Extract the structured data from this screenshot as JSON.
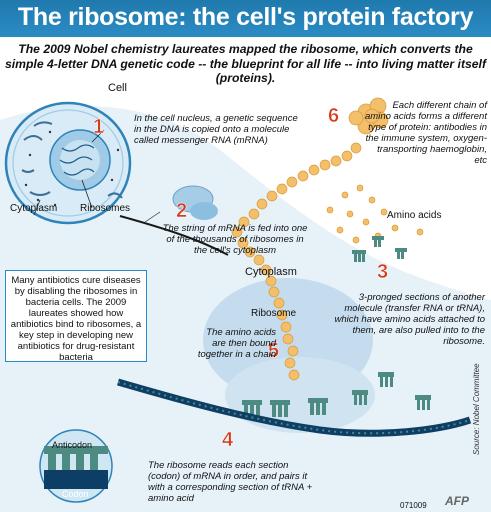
{
  "title": "The ribosome: the cell's protein factory",
  "subtitle": "The 2009 Nobel chemistry laureates mapped the ribosome, which converts the simple 4-letter DNA genetic code -- the blueprint for all life -- into living matter itself (proteins).",
  "labels": {
    "cell": "Cell",
    "cytoplasm_left": "Cytoplasm",
    "ribosomes": "Ribosomes",
    "cytoplasm_center": "Cytoplasm",
    "ribosome": "Ribosome",
    "amino_acids": "Amino acids",
    "anticodon": "Anticodon",
    "codon": "Codon"
  },
  "steps": [
    {
      "number": "1",
      "text": "In the cell nucleus, a genetic sequence in the DNA is copied onto a molecule called messenger RNA (mRNA)"
    },
    {
      "number": "2",
      "text": "The string of mRNA is fed into one of the thousands of ribosomes in the cell's cytoplasm"
    },
    {
      "number": "3",
      "text": "3-pronged sections of another molecule (transfer RNA or tRNA), which have amino acids attached to them, are also pulled into to the ribosome."
    },
    {
      "number": "4",
      "text": "The ribosome reads each section (codon) of mRNA in order, and pairs it with a corresponding section of tRNA + amino acid"
    },
    {
      "number": "5",
      "text": "The amino acids are then bound together in a chain"
    },
    {
      "number": "6",
      "text": "Each different chain of amino acids forms a different type of protein: antibodies in the immune system, oxygen-transporting haemoglobin, etc"
    }
  ],
  "antibiotics_note": "Many antibiotics cure diseases by disabling the ribosomes in bacteria cells. The 2009 laureates showed how antibiotics bind to ribosomes, a key step in developing new antibiotics for drug-resistant bacteria",
  "source": "Source: Nobel Committee",
  "date_code": "071009",
  "agency": "AFP",
  "colors": {
    "banner": "#2b8cc4",
    "number": "#d63a1c",
    "membrane": "#cfe6f3",
    "trna": "#4c8a82",
    "amino": "#f3bf6a"
  }
}
